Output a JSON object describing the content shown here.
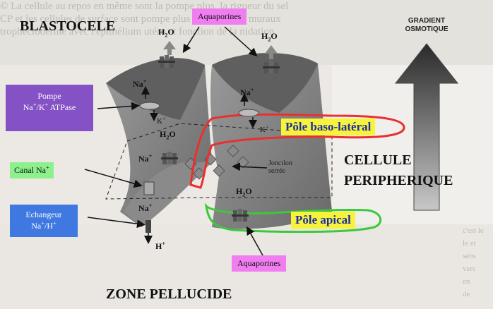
{
  "labels": {
    "blastocele": "BLASTOCELE",
    "zone_pellucide": "ZONE PELLUCIDE",
    "cellule": "CELLULE",
    "peripherique": "PERIPHERIQUE",
    "gradient_l1": "GRADIENT",
    "gradient_l2": "OSMOTIQUE",
    "aquaporines_top": "Aquaporines",
    "aquaporines_bottom": "Aquaporines",
    "pompe_l1": "Pompe",
    "pompe_l2_pre": "Na",
    "pompe_l2_sup1": "+",
    "pompe_l2_mid": "/K",
    "pompe_l2_sup2": "+",
    "pompe_l2_post": " ATPase",
    "canal_pre": "Canal Na",
    "canal_sup": "+",
    "echangeur_l1": "Echangeur",
    "echangeur_l2_pre": "Na",
    "echangeur_l2_sup1": "+",
    "echangeur_l2_mid": "/H",
    "echangeur_l2_sup2": "+",
    "pole_baso": "Pôle baso-latéral",
    "pole_apical": "Pôle apical",
    "jonction_l1": "Jonction",
    "jonction_l2": "serrée",
    "h2o": "H",
    "h2o_sub": "2",
    "h2o_end": "O",
    "na": "Na",
    "k": "K",
    "h": "H",
    "plus": "+"
  },
  "background_text": {
    "top_lines": [
      "© La cellule au repos en même sont la pompe plus, la rigueur du sel",
      "CP et les cellules de surface sont pompe plus lies aux ions muraux",
      "trophectoderme avec l'épithélium utéro et fonction de la nidation"
    ],
    "bottom_lines": [
      "c'est le",
      "le et",
      "sens",
      "vers",
      "en",
      "de"
    ]
  },
  "colors": {
    "pink": "#f07ef0",
    "purple": "#8452c4",
    "green": "#8cf08c",
    "blue": "#3f78e0",
    "yellow": "#f7f23a",
    "red_outline": "#e83030",
    "green_outline": "#3cc83c"
  }
}
